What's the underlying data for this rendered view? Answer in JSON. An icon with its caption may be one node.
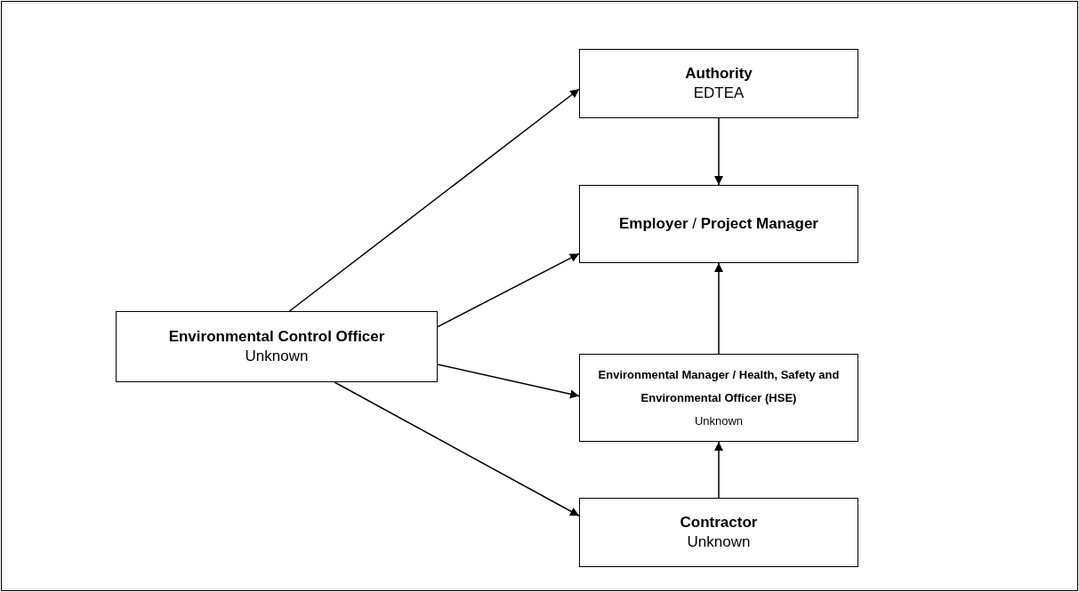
{
  "diagram": {
    "nodes": [
      {
        "text": [
          "Authority",
          "EDTEA"
        ]
      },
      {
        "text": [
          "**Employer** / **Project Manager**"
        ]
      },
      {
        "text": [
          "Environmental Control Officer",
          "Unknown"
        ]
      },
      {
        "text": [
          "Environmental Manager /  Health, Safety and Environmental Officer  (HSE)",
          "Unknown"
        ]
      },
      {
        "text": [
          "Contractor",
          "Unknown"
        ]
      }
    ],
    "edges": [
      {
        "from": 2,
        "to": 0,
        "arrow": "to"
      },
      {
        "from": 2,
        "to": 1,
        "arrow": "to"
      },
      {
        "from": 2,
        "to": 3,
        "arrow": "to"
      },
      {
        "from": 2,
        "to": 4,
        "arrow": "to"
      },
      {
        "from": 0,
        "to": 1,
        "arrow": "to"
      },
      {
        "from": 3,
        "to": 1,
        "arrow": "to"
      },
      {
        "from": 4,
        "to": 3,
        "arrow": "to"
      }
    ]
  }
}
